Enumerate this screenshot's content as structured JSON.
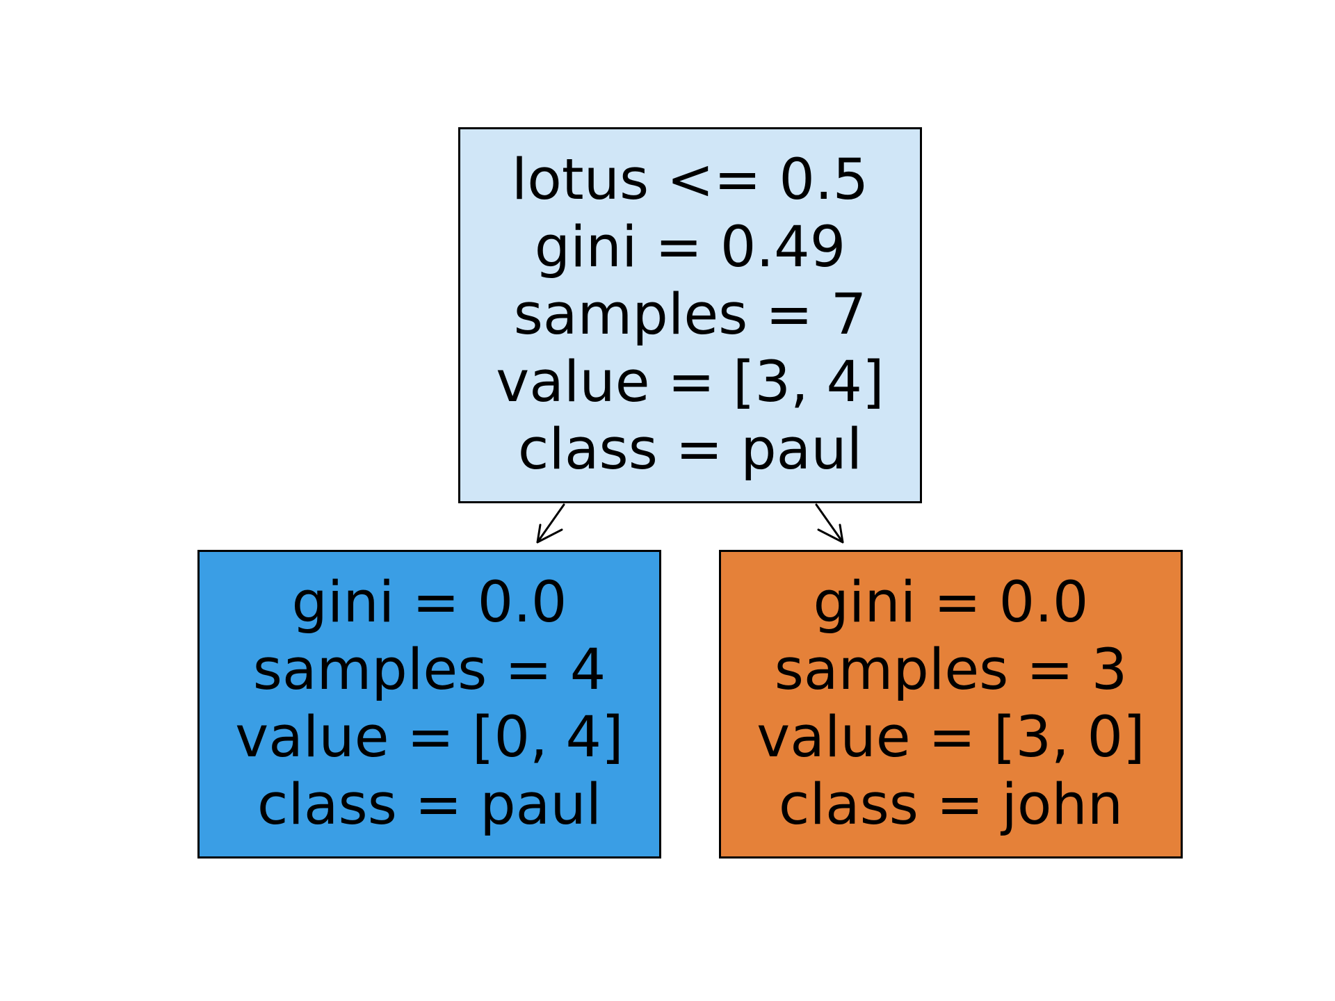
{
  "tree": {
    "root": {
      "lines": [
        "lotus <= 0.5",
        "gini = 0.49",
        "samples = 7",
        "value = [3, 4]",
        "class = paul"
      ],
      "fill": "#d0e6f7"
    },
    "left": {
      "lines": [
        "gini = 0.0",
        "samples = 4",
        "value = [0, 4]",
        "class = paul"
      ],
      "fill": "#3a9ee5"
    },
    "right": {
      "lines": [
        "gini = 0.0",
        "samples = 3",
        "value = [3, 0]",
        "class = john"
      ],
      "fill": "#e58139"
    }
  }
}
